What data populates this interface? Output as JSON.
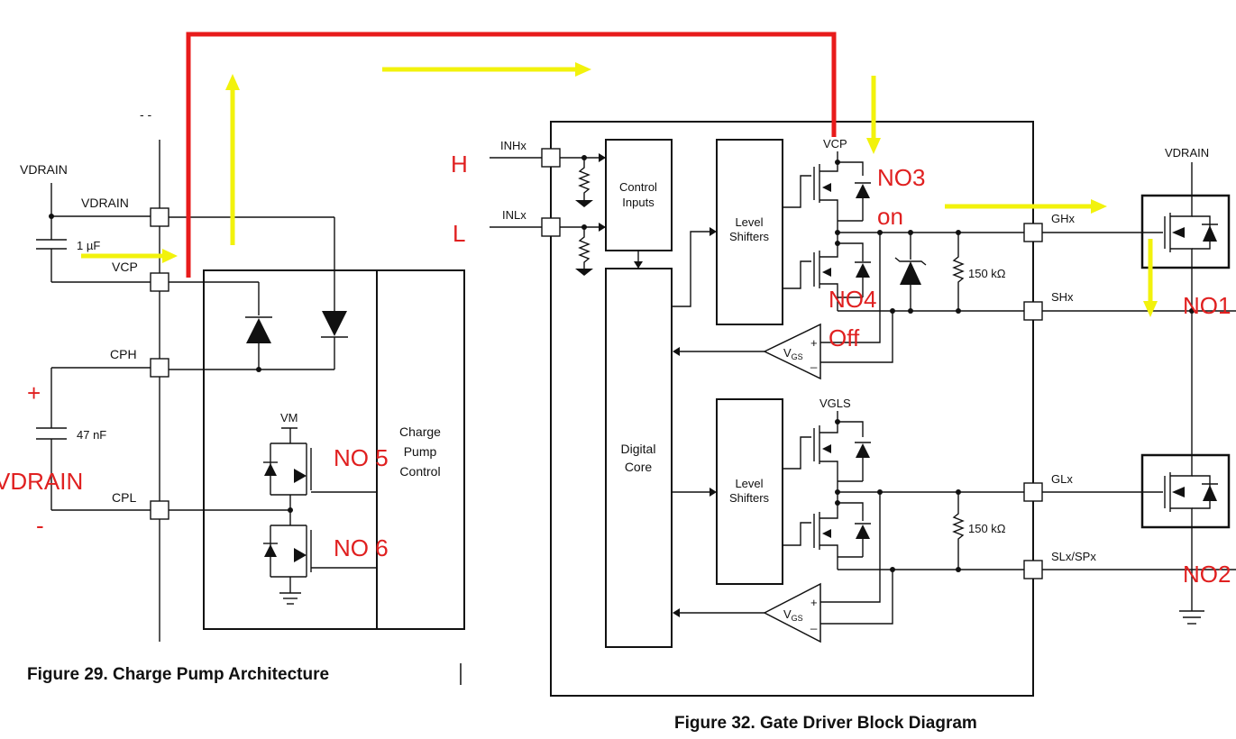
{
  "figure_left": {
    "caption": "Figure 29.  Charge Pump Architecture",
    "pins": {
      "vdrain_ext": "VDRAIN",
      "vdrain": "VDRAIN",
      "vcp": "VCP",
      "cph": "CPH",
      "cpl": "CPL",
      "vm": "VM"
    },
    "cap1": "1 µF",
    "cap2": "47 nF",
    "block": "Charge Pump Control"
  },
  "figure_right": {
    "caption": "Figure 32.  Gate Driver Block Diagram",
    "inputs": {
      "inh": "INHx",
      "inl": "INLx"
    },
    "blocks": {
      "control": "Control Inputs",
      "level_top": "Level Shifters",
      "level_bottom": "Level Shifters",
      "digital": "Digital Core"
    },
    "rails": {
      "vcp": "VCP",
      "vgls": "VGLS",
      "vdrain": "VDRAIN"
    },
    "resistor": "150 kΩ",
    "comparator": "V",
    "comparator_sub": "GS",
    "outputs": {
      "gh": "GHx",
      "sh": "SHx",
      "gl": "GLx",
      "sl": "SLx/SPx"
    }
  },
  "annotations": {
    "h": "H",
    "l": "L",
    "no1": "NO1",
    "no2": "NO2",
    "no3": "NO3",
    "on": "on",
    "no4": "NO4",
    "off": "Off",
    "no5": "NO 5",
    "no6": "NO 6",
    "vdrain_big": "VDRAIN",
    "plus": "+",
    "minus": "-"
  },
  "colors": {
    "annotation_red": "#e02020",
    "arrow_yellow": "#f2f20c",
    "wire_red": "#e81b1b"
  }
}
